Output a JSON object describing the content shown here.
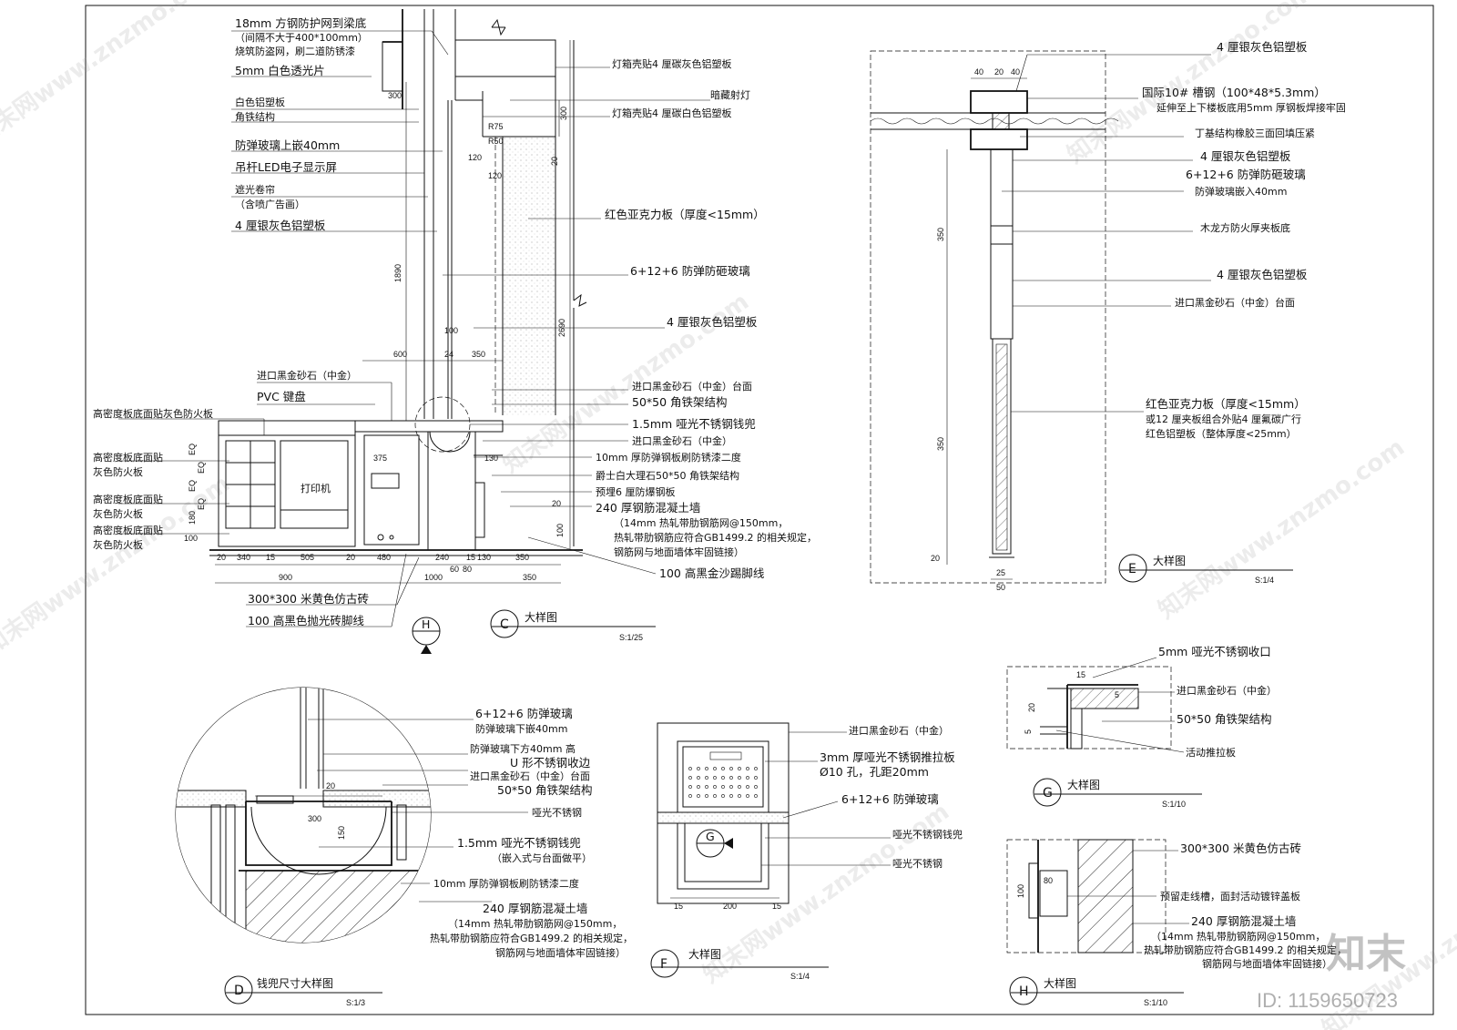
{
  "sheet": {
    "colors": {
      "ink": "#111111",
      "paper": "#ffffff",
      "watermark": "#969696"
    },
    "watermark_text": "知末网www.znzmo.com",
    "brand": "知末",
    "image_id": "ID: 1159650723"
  },
  "detail_C": {
    "symbol": "C",
    "title": "大样图",
    "scale": "S:1/25",
    "section_marker": "H",
    "callouts_top": [
      "18mm 方钢防护网到梁底",
      "（间隔不大于400*100mm）",
      "烧筑防盗网，刷二道防锈漆",
      "5mm 白色透光片",
      "白色铝塑板",
      "角铁结构",
      "防弹玻璃上嵌40mm",
      "吊杆LED电子显示屏",
      "遮光卷帘",
      "（含喷广告画）",
      "4 厘银灰色铝塑板"
    ],
    "callouts_right": [
      "灯箱壳贴4 厘碳灰色铝塑板",
      "暗藏射灯",
      "灯箱壳贴4 厘碳白色铝塑板",
      "红色亚克力板（厚度<15mm）",
      "6+12+6 防弹防砸玻璃",
      "4 厘银灰色铝塑板",
      "进口黑金砂石（中金）台面",
      "50*50 角铁架结构",
      "1.5mm 哑光不锈钢钱兜",
      "进口黑金砂石（中金）",
      "10mm 厚防弹钢板刷防锈漆二度",
      "爵士白大理石50*50 角铁架结构",
      "预埋6 厘防爆钢板",
      "240 厚钢筋混凝土墙",
      "（14mm 热轧带肋钢筋网@150mm，",
      "热轧带肋钢筋应符合GB1499.2 的相关规定，",
      "钢筋网与地面墙体牢固链接）",
      "100 高黑金沙踢脚线"
    ],
    "callouts_left": [
      "进口黑金砂石（中金）",
      "PVC 键盘",
      "高密度板底面贴灰色防火板",
      "高密度板底面贴",
      "灰色防火板",
      "高密度板底面贴",
      "灰色防火板",
      "高密度板底面贴",
      "灰色防火板"
    ],
    "callouts_bottom": [
      "300*300 米黄色仿古砖",
      "100 高黑色抛光砖脚线"
    ],
    "printer_label": "打印机",
    "dims": [
      "300",
      "R75",
      "R50",
      "120",
      "120",
      "300",
      "20",
      "1890",
      "2690",
      "100",
      "600",
      "24",
      "350",
      "375",
      "130",
      "20",
      "100",
      "EQ",
      "EQ",
      "EQ",
      "EQ",
      "180",
      "100"
    ],
    "bottom_dims_row1": [
      "20",
      "340",
      "15",
      "505",
      "20",
      "480",
      "240",
      "15",
      "130",
      "350"
    ],
    "bottom_dims_row1b": [
      "60",
      "80"
    ],
    "bottom_dims_row2": [
      "900",
      "1000",
      "350"
    ]
  },
  "detail_E": {
    "symbol": "E",
    "title": "大样图",
    "scale": "S:1/4",
    "callouts": [
      "4 厘银灰色铝塑板",
      "国际10# 槽钢（100*48*5.3mm）",
      "延伸至上下楼板底用5mm 厚钢板焊接牢固",
      "丁基结构橡胶三面回填压紧",
      "4 厘银灰色铝塑板",
      "6+12+6 防弹防砸玻璃",
      "防弹玻璃嵌入40mm",
      "木龙方防火厚夹板底",
      "4 厘银灰色铝塑板",
      "进口黑金砂石（中金）台面",
      "红色亚克力板（厚度<15mm）",
      "或12 厘夹板组合外贴4 厘氟碳广行",
      "红色铝塑板（整体厚度<25mm）"
    ],
    "dims_top": [
      "40",
      "20",
      "40"
    ],
    "dims": [
      "350",
      "350",
      "20",
      "25",
      "50"
    ]
  },
  "detail_D": {
    "symbol": "D",
    "title": "钱兜尺寸大样图",
    "scale": "S:1/3",
    "callouts": [
      "6+12+6 防弹玻璃",
      "防弹玻璃下嵌40mm",
      "防弹玻璃下方40mm 高",
      "U 形不锈钢收边",
      "进口黑金砂石（中金）台面",
      "50*50 角铁架结构",
      "哑光不锈钢",
      "1.5mm 哑光不锈钢钱兜",
      "（嵌入式与台面做平）",
      "10mm 厚防弹钢板刷防锈漆二度",
      "240 厚钢筋混凝土墙",
      "（14mm 热轧带肋钢筋网@150mm，",
      "热轧带肋钢筋应符合GB1499.2 的相关规定，",
      "钢筋网与地面墙体牢固链接）"
    ],
    "dims": [
      "20",
      "300",
      "150"
    ]
  },
  "detail_F": {
    "symbol": "F",
    "title": "大样图",
    "scale": "S:1/4",
    "section_marker": "G",
    "callouts": [
      "进口黑金砂石（中金）",
      "3mm 厚哑光不锈钢推拉板",
      "Ø10 孔，孔距20mm",
      "6+12+6 防弹玻璃",
      "哑光不锈钢钱兜",
      "哑光不锈钢"
    ],
    "dims": [
      "15",
      "200",
      "15"
    ]
  },
  "detail_G": {
    "symbol": "G",
    "title": "大样图",
    "scale": "S:1/10",
    "callouts": [
      "5mm 哑光不锈钢收口",
      "进口黑金砂石（中金）",
      "50*50 角铁架结构",
      "活动推拉板"
    ],
    "dims": [
      "15",
      "5",
      "20",
      "5"
    ]
  },
  "detail_H": {
    "symbol": "H",
    "title": "大样图",
    "scale": "S:1/10",
    "callouts": [
      "300*300 米黄色仿古砖",
      "预留走线槽，面封活动镀锌盖板",
      "240 厚钢筋混凝土墙",
      "（14mm 热轧带肋钢筋网@150mm，",
      "热轧带肋钢筋应符合GB1499.2 的相关规定，",
      "钢筋网与地面墙体牢固链接）"
    ],
    "dims": [
      "80",
      "100"
    ]
  }
}
